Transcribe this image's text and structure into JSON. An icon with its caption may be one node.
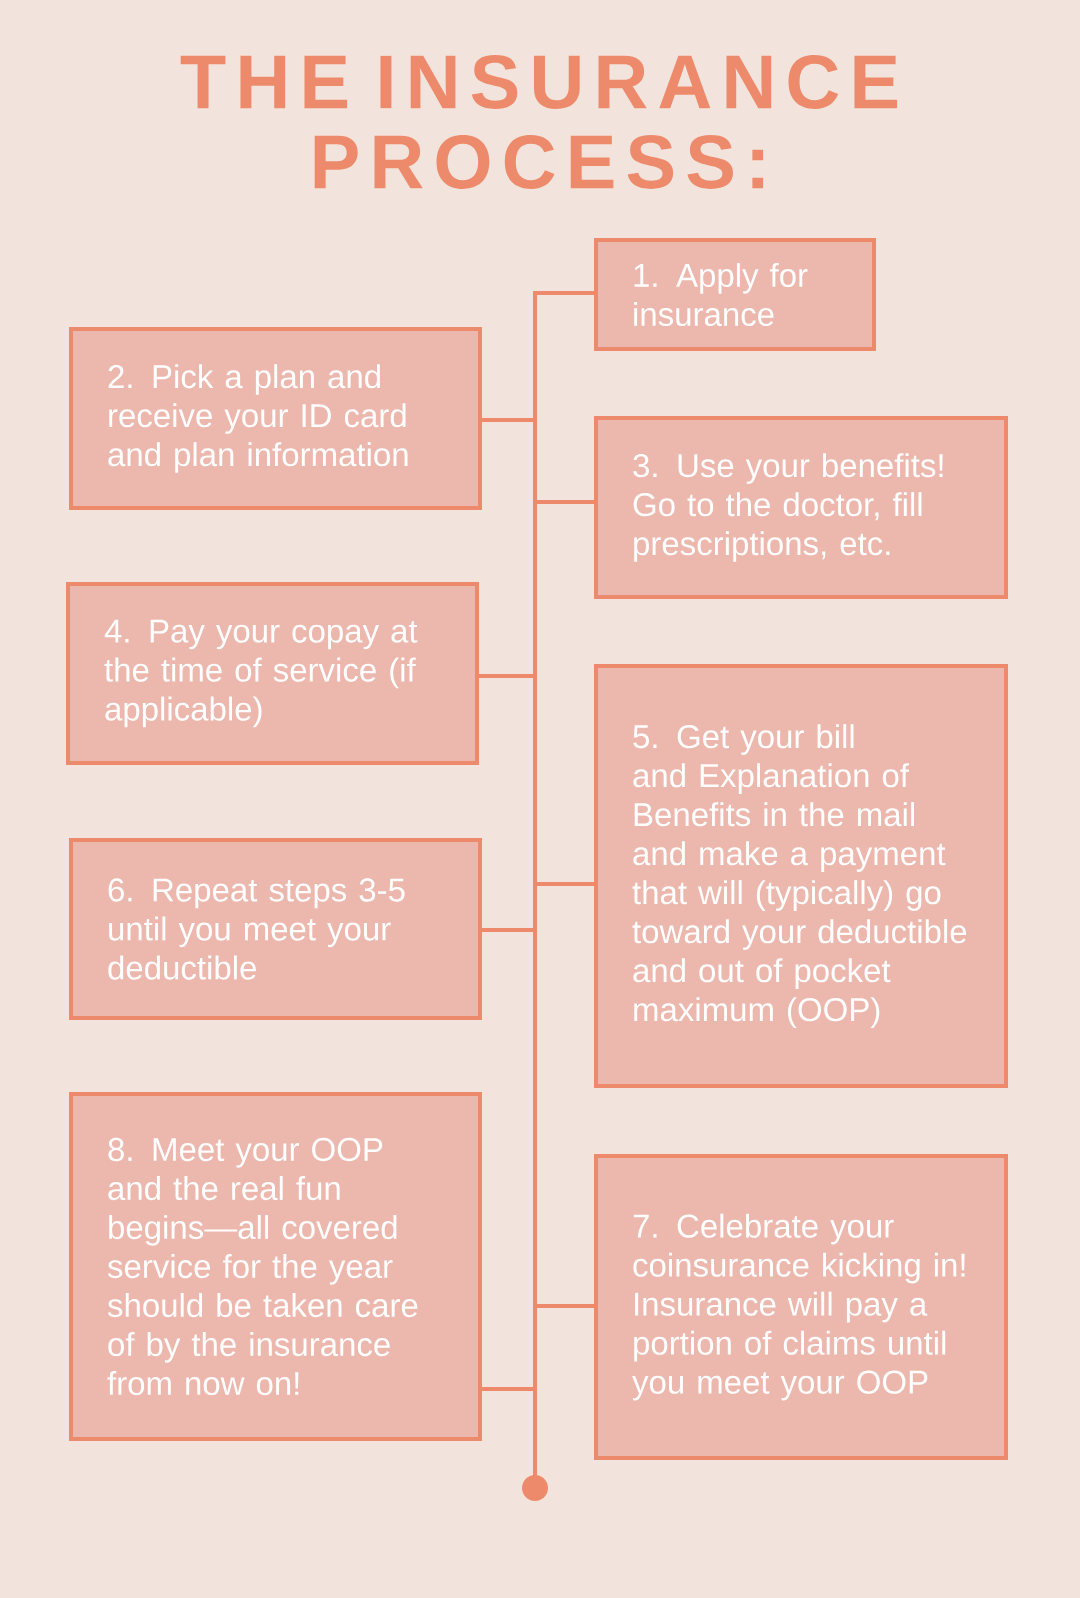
{
  "diagram": {
    "title": "THE INSURANCE PROCESS:",
    "nodes": [
      {
        "text": [
          "1. Apply for insurance"
        ]
      },
      {
        "text": [
          "2. Pick a plan and receive your ID card and plan information"
        ]
      },
      {
        "text": [
          "3. Use your benefits! Go to the doctor, fill prescriptions, etc."
        ]
      },
      {
        "text": [
          "4. Pay your copay at the time of service (if applicable)"
        ]
      },
      {
        "text": [
          "5. Get your bill and Explanation of Benefits in the mail and make a payment that will (typically) go toward your deductible and out of pocket maximum (OOP)"
        ]
      },
      {
        "text": [
          "6. Repeat steps 3-5 until you meet your deductible"
        ]
      },
      {
        "text": [
          "8. Meet your OOP and the real fun begins—all covered service for the year should be taken care of by the insurance from now on!"
        ]
      },
      {
        "text": [
          "7. Celebrate your coinsurance kicking in! Insurance will pay a portion of claims until you meet your OOP"
        ]
      },
      {
        "text": [],
        "shape": "circle"
      }
    ],
    "edges": [
      {
        "from": 0,
        "to": 1,
        "arrow": "none"
      },
      {
        "from": 1,
        "to": 2,
        "arrow": "none"
      },
      {
        "from": 2,
        "to": 3,
        "arrow": "none"
      },
      {
        "from": 3,
        "to": 4,
        "arrow": "none"
      },
      {
        "from": 4,
        "to": 5,
        "arrow": "none"
      },
      {
        "from": 5,
        "to": 7,
        "arrow": "none"
      },
      {
        "from": 7,
        "to": 6,
        "arrow": "none"
      },
      {
        "from": 6,
        "to": 8,
        "arrow": "none"
      }
    ]
  }
}
